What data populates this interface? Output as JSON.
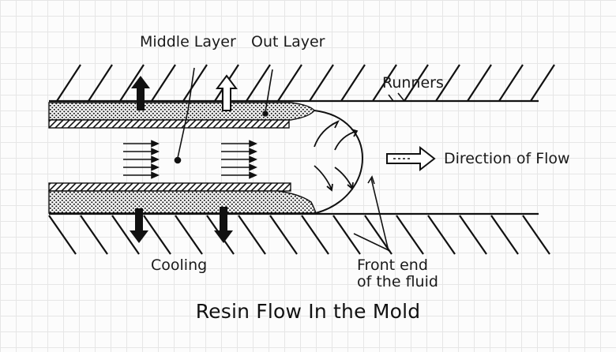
{
  "diagram": {
    "title": "Resin Flow In the Mold",
    "labels": {
      "middle_layer": "Middle Layer",
      "out_layer": "Out Layer",
      "runners": "Runners",
      "direction_of_flow": "Direction of Flow",
      "cooling": "Cooling",
      "front_end_line1": "Front end",
      "front_end_line2": "of the fluid"
    }
  },
  "colors": {
    "ink": "#111111",
    "background": "#fcfcfc",
    "grid": "#e6e6e6"
  }
}
